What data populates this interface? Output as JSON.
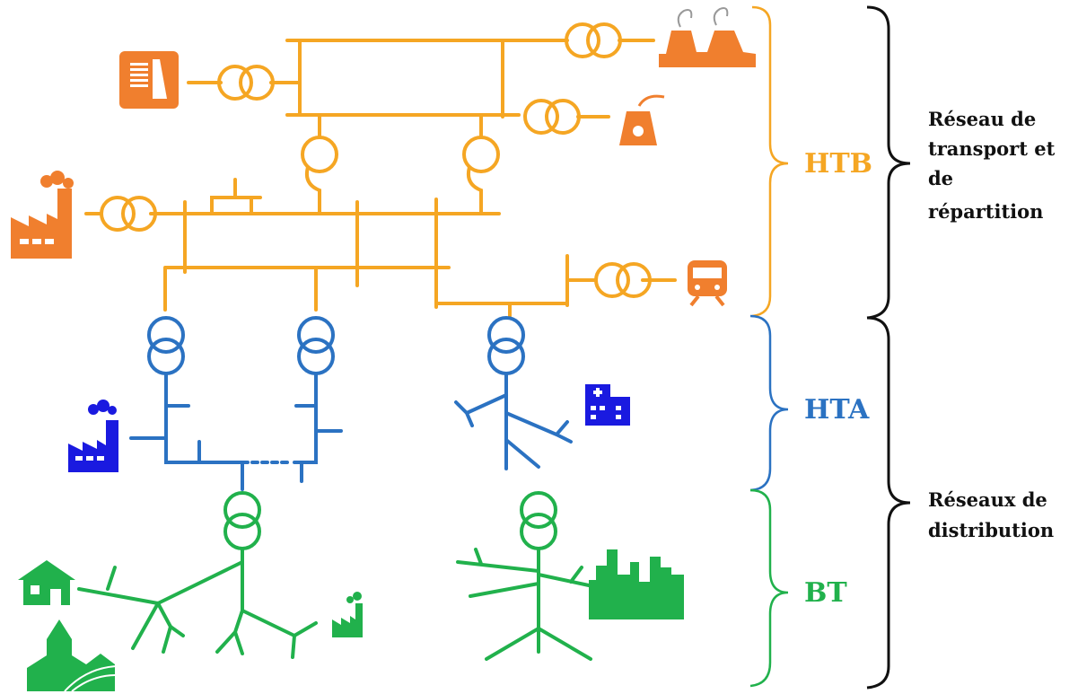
{
  "colors": {
    "htb": "#F5A623",
    "htb_icon": "#F07F2E",
    "hta": "#2B72C2",
    "hta_icon": "#1A1AE0",
    "bt": "#21B14C",
    "bracket": "#111111"
  },
  "levels": {
    "htb": "HTB",
    "hta": "HTA",
    "bt": "BT"
  },
  "groups": {
    "transport": [
      "Réseau de",
      "transport et",
      "de",
      "répartition"
    ],
    "distribution": [
      "Réseaux de",
      "distribution"
    ]
  },
  "icons": {
    "htb": [
      "hydro-dam-icon",
      "thermal-plant-icon",
      "nuclear-plant-icon",
      "factory-icon",
      "train-icon"
    ],
    "hta": [
      "factory-icon",
      "hospital-icon"
    ],
    "bt": [
      "house-icon",
      "village-icon",
      "small-factory-icon",
      "city-icon"
    ]
  }
}
